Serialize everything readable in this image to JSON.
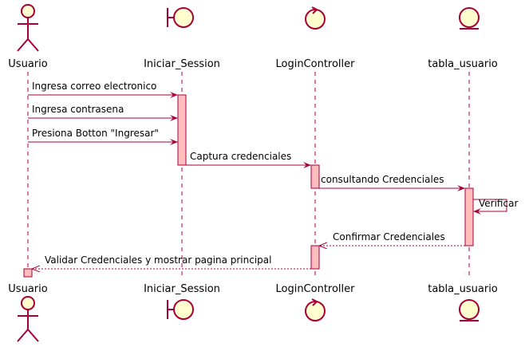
{
  "colors": {
    "line": "#a80036",
    "fill": "#fefece",
    "activation": "#ffbdbd",
    "lifeline": "#a80036",
    "shadow": "#c8c8c8"
  },
  "participants": [
    {
      "id": "usuario",
      "name": "Usuario",
      "kind": "actor"
    },
    {
      "id": "iniciar",
      "name": "Iniciar_Session",
      "kind": "boundary"
    },
    {
      "id": "login",
      "name": "LoginController",
      "kind": "control"
    },
    {
      "id": "tabla",
      "name": "tabla_usuario",
      "kind": "entity"
    }
  ],
  "messages": [
    {
      "from": "usuario",
      "to": "iniciar",
      "text": "Ingresa correo electronico",
      "style": "solid"
    },
    {
      "from": "usuario",
      "to": "iniciar",
      "text": "Ingresa contrasena",
      "style": "solid"
    },
    {
      "from": "usuario",
      "to": "iniciar",
      "text": "Presiona Botton \"Ingresar\"",
      "style": "solid"
    },
    {
      "from": "iniciar",
      "to": "login",
      "text": "Captura credenciales",
      "style": "solid"
    },
    {
      "from": "login",
      "to": "tabla",
      "text": "consultando Credenciales",
      "style": "solid"
    },
    {
      "from": "tabla",
      "to": "tabla",
      "text": "Verificar",
      "style": "self"
    },
    {
      "from": "tabla",
      "to": "login",
      "text": "Confirmar Credenciales",
      "style": "dashed"
    },
    {
      "from": "login",
      "to": "usuario",
      "text": "Validar Credenciales y mostrar pagina principal",
      "style": "dashed"
    }
  ]
}
